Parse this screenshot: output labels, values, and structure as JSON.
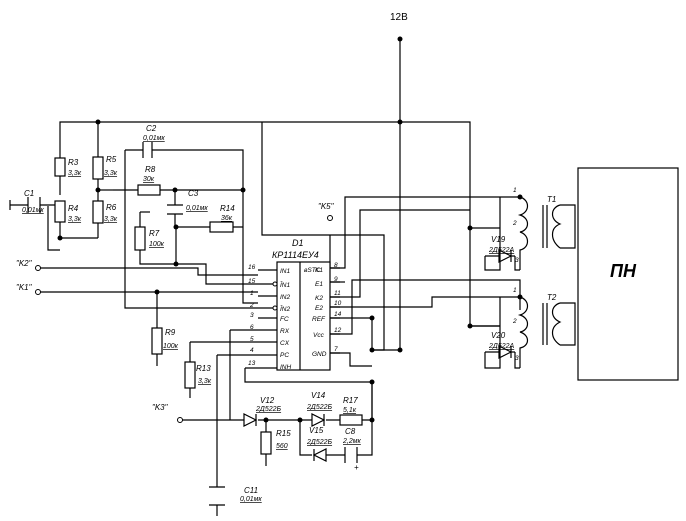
{
  "supply": "12В",
  "block": "ПН",
  "chip": {
    "ref": "D1",
    "type": "КР1114ЕУ4",
    "subtitle": "вSTC"
  },
  "chip_left_pins": [
    {
      "num": "16",
      "name": "IN1"
    },
    {
      "num": "15",
      "name": "ĪN1"
    },
    {
      "num": "1",
      "name": "IN2"
    },
    {
      "num": "2",
      "name": "ĪN2"
    },
    {
      "num": "3",
      "name": "FC"
    },
    {
      "num": "6",
      "name": "RX"
    },
    {
      "num": "5",
      "name": "CX"
    },
    {
      "num": "4",
      "name": "PC"
    },
    {
      "num": "13",
      "name": "INH"
    }
  ],
  "chip_right_pins": [
    {
      "num": "8",
      "name": "K1"
    },
    {
      "num": "9",
      "name": "E1"
    },
    {
      "num": "11",
      "name": "K2"
    },
    {
      "num": "10",
      "name": "E2"
    },
    {
      "num": "14",
      "name": "REF"
    },
    {
      "num": "12",
      "name": "Vcc"
    },
    {
      "num": "7",
      "name": "GND"
    }
  ],
  "ports": {
    "k1": "\"K1\"",
    "k2": "\"K2\"",
    "k3": "\"K3\"",
    "k5": "\"K5\""
  },
  "components": {
    "R3": {
      "ref": "R3",
      "value": "3,3к"
    },
    "R4": {
      "ref": "R4",
      "value": "3,3к"
    },
    "R5": {
      "ref": "R5",
      "value": "3,3к"
    },
    "R6": {
      "ref": "R6",
      "value": "3,3к"
    },
    "R7": {
      "ref": "R7",
      "value": "100к"
    },
    "R8": {
      "ref": "R8",
      "value": "30к"
    },
    "R9": {
      "ref": "R9",
      "value": "100к"
    },
    "R13": {
      "ref": "R13",
      "value": "3,3к"
    },
    "R14": {
      "ref": "R14",
      "value": "36к"
    },
    "R15": {
      "ref": "R15",
      "value": "560"
    },
    "R17": {
      "ref": "R17",
      "value": "5,1к"
    },
    "C1": {
      "ref": "C1",
      "value": "0,01мк"
    },
    "C2": {
      "ref": "C2",
      "value": "0,01мк"
    },
    "C3": {
      "ref": "C3",
      "value": "0,01мк"
    },
    "C8": {
      "ref": "C8",
      "value": "2,2мк"
    },
    "C11": {
      "ref": "C11",
      "value": "0,01мк"
    },
    "V12": {
      "ref": "V12",
      "value": "2Д522Б"
    },
    "V14": {
      "ref": "V14",
      "value": "2Д522Б"
    },
    "V15": {
      "ref": "V15",
      "value": "2Д522Б"
    },
    "V19": {
      "ref": "V19",
      "value": "2Д522А"
    },
    "V20": {
      "ref": "V20",
      "value": "2Д522А"
    },
    "T1": {
      "ref": "T1"
    },
    "T2": {
      "ref": "T2"
    }
  },
  "transformer_pins": {
    "t1": [
      "1",
      "2",
      "3"
    ],
    "t2": [
      "1",
      "2",
      "3"
    ]
  },
  "polarity": "+"
}
